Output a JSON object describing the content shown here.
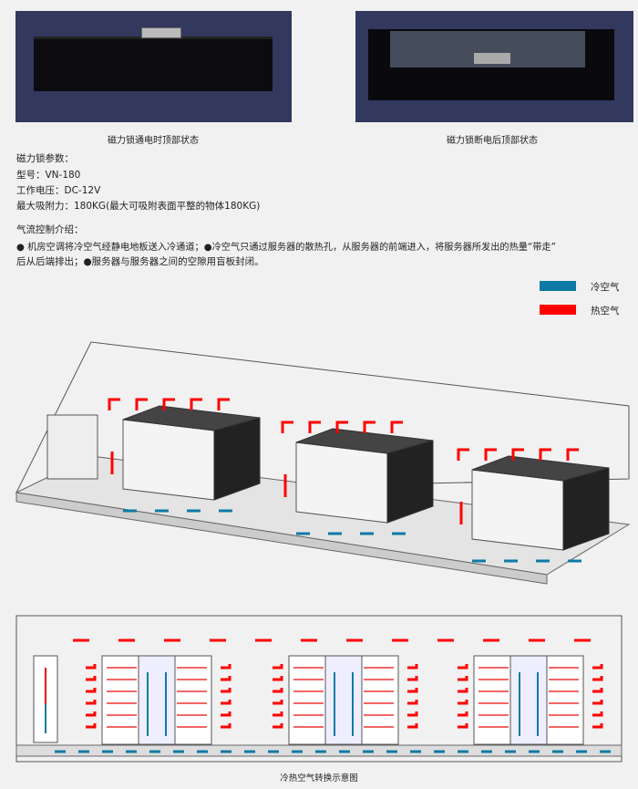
{
  "captions": {
    "powered_on": "磁力锁通电时顶部状态",
    "powered_off": "磁力锁断电后顶部状态",
    "diagram": "冷热空气转换示意图"
  },
  "params": {
    "heading": "磁力锁参数：",
    "model": "型号：VN-180",
    "voltage": "工作电压：DC-12V",
    "force": "最大吸附力：180KG(最大可吸附表面平整的物体180KG)"
  },
  "airflow": {
    "heading": "气流控制介绍：",
    "line1": "● 机房空调将冷空气经静电地板送入冷通道；●冷空气只通过服务器的散热孔，从服务器的前端进入，将服务器所发出的热量“带走”",
    "line2": "后从后端排出；●服务器与服务器之间的空隙用盲板封闭。"
  },
  "legend": [
    {
      "label": "冷空气",
      "color": "#0e7aa5"
    },
    {
      "label": "热空气",
      "color": "#ff0000"
    }
  ]
}
